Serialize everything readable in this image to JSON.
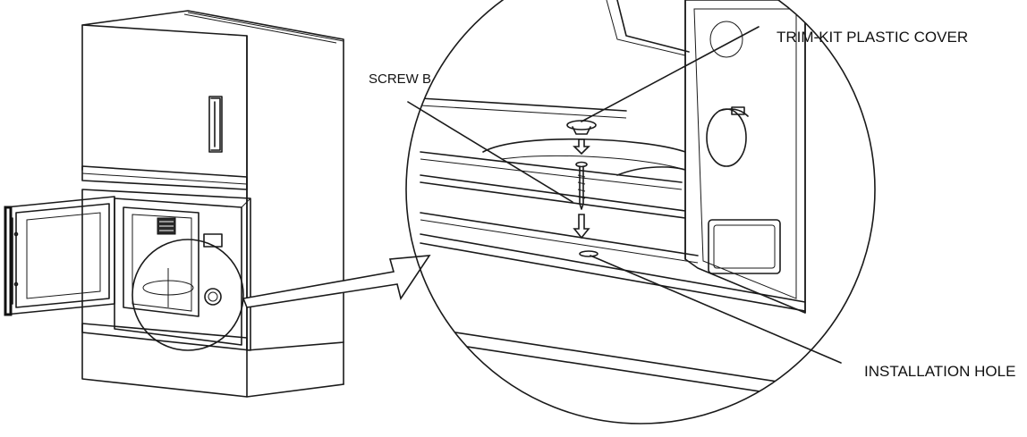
{
  "labels": {
    "screw": "SCREW B",
    "trim_cover": "TRIM-KIT PLASTIC COVER",
    "install_hole": "INSTALLATION HOLE"
  },
  "colors": {
    "line": "#1a1a1a",
    "background": "#ffffff"
  }
}
